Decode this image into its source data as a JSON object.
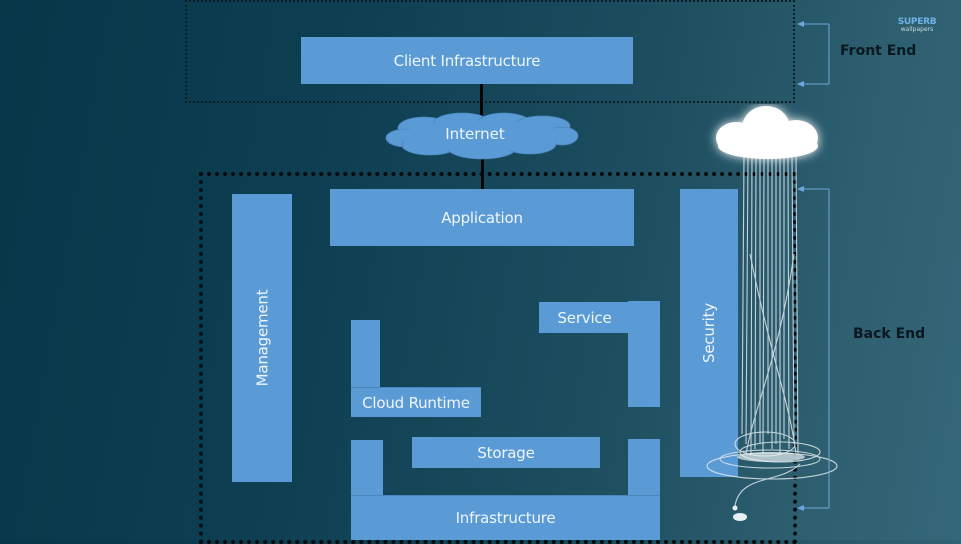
{
  "logo": {
    "line1": "SUPERB",
    "line2": "wallpapers"
  },
  "labels": {
    "front_end": "Front End",
    "back_end": "Back End"
  },
  "blocks": {
    "client_infrastructure": "Client Infrastructure",
    "internet": "Internet",
    "application": "Application",
    "management": "Management",
    "security": "Security",
    "service": "Service",
    "cloud_runtime": "Cloud Runtime",
    "storage": "Storage",
    "infrastructure": "Infrastructure"
  },
  "colors": {
    "block_fill": "#5b9bd5",
    "bracket": "#6fa8dc",
    "label_text": "#0b1820"
  }
}
